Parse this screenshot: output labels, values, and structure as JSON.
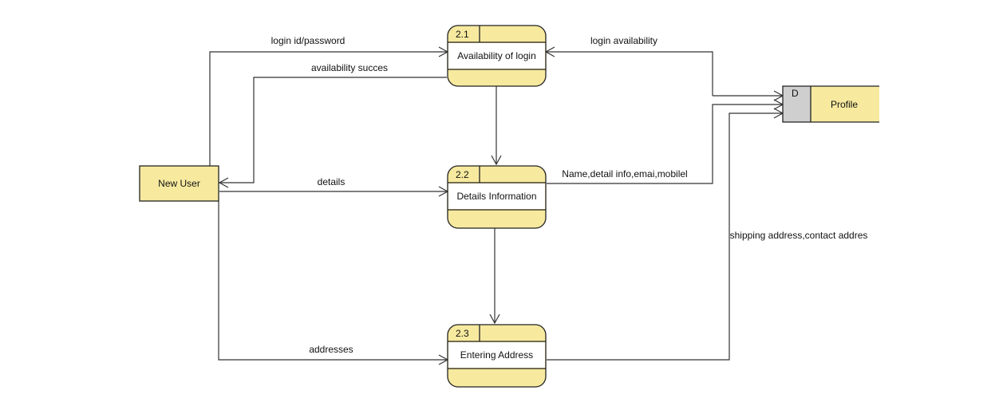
{
  "colors": {
    "fill": "#f7ea9f",
    "store_id_fill": "#cfcfcf",
    "stroke": "#222222",
    "line": "#333333"
  },
  "entity": {
    "label": "New User"
  },
  "processes": [
    {
      "id": "2.1",
      "label": "Availability of login"
    },
    {
      "id": "2.2",
      "label": "Details Information"
    },
    {
      "id": "2.3",
      "label": "Entering Address"
    }
  ],
  "store": {
    "id": "D",
    "label": "Profile"
  },
  "flows": {
    "login": "login id/password",
    "availability": "availability succes",
    "login_availability": "login availability",
    "details": "details",
    "name_details": "Name,detail info,emai,mobilel",
    "addresses": "addresses",
    "shipping": "shipping address,contact addres"
  }
}
